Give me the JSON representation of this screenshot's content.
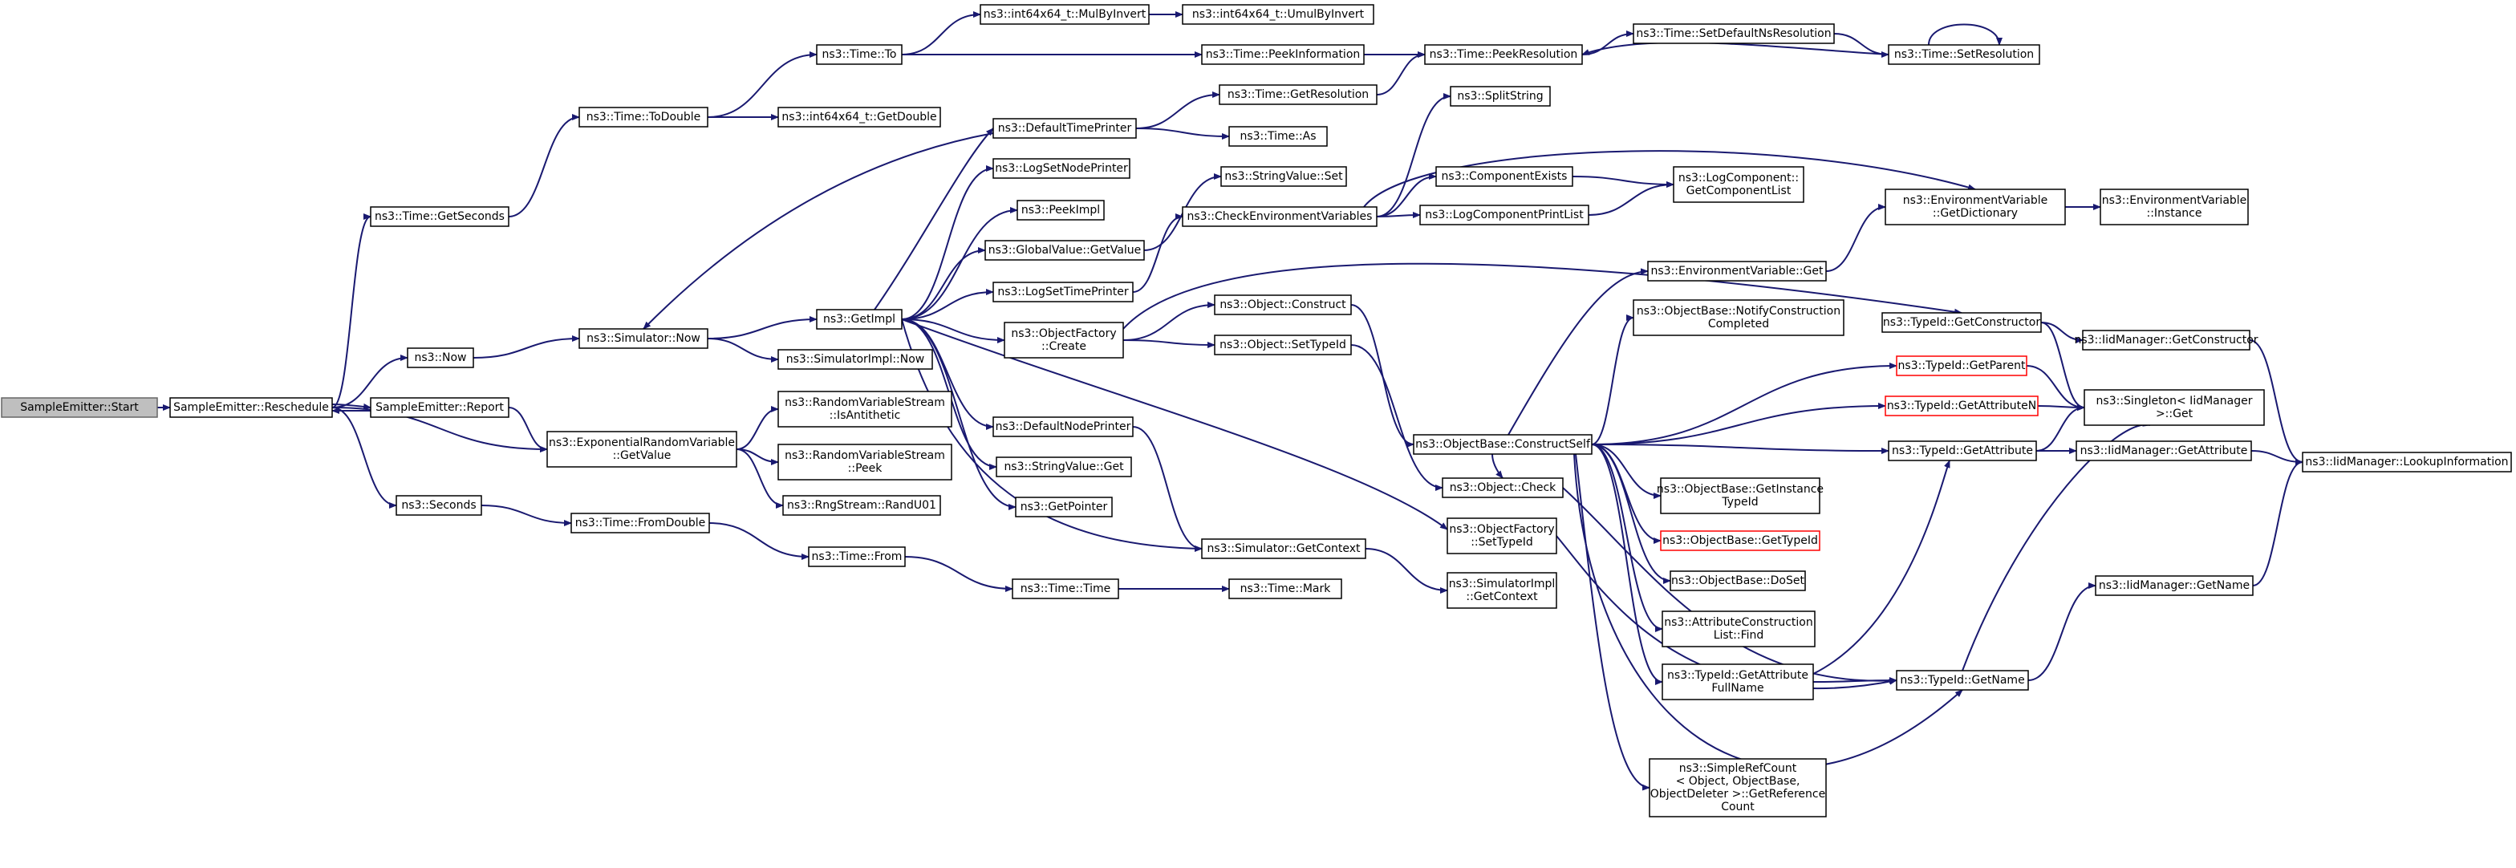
{
  "colors": {
    "edge": "#191970",
    "node_border": "#000000",
    "node_fill": "#ffffff",
    "root_fill": "#bfbfbf",
    "root_border": "#666666",
    "truncated_border": "#ff0000"
  },
  "nodes": [
    {
      "id": "n0",
      "lines": [
        "SampleEmitter::Start"
      ],
      "kind": "root"
    },
    {
      "id": "n1",
      "lines": [
        "SampleEmitter::Reschedule"
      ]
    },
    {
      "id": "n2",
      "lines": [
        "ns3::Time::GetSeconds"
      ]
    },
    {
      "id": "n3",
      "lines": [
        "ns3::Now"
      ]
    },
    {
      "id": "n4",
      "lines": [
        "SampleEmitter::Report"
      ]
    },
    {
      "id": "n5",
      "lines": [
        "ns3::ExponentialRandomVariable",
        "::GetValue"
      ]
    },
    {
      "id": "n6",
      "lines": [
        "ns3::Seconds"
      ]
    },
    {
      "id": "n7",
      "lines": [
        "ns3::Time::ToDouble"
      ]
    },
    {
      "id": "n8",
      "lines": [
        "ns3::Simulator::Now"
      ]
    },
    {
      "id": "n9",
      "lines": [
        "ns3::Time::FromDouble"
      ]
    },
    {
      "id": "n10",
      "lines": [
        "ns3::Time::To"
      ]
    },
    {
      "id": "n11",
      "lines": [
        "ns3::int64x64_t::GetDouble"
      ]
    },
    {
      "id": "n12",
      "lines": [
        "ns3::GetImpl"
      ]
    },
    {
      "id": "n13",
      "lines": [
        "ns3::SimulatorImpl::Now"
      ]
    },
    {
      "id": "n14",
      "lines": [
        "ns3::RandomVariableStream",
        "::IsAntithetic"
      ]
    },
    {
      "id": "n15",
      "lines": [
        "ns3::RandomVariableStream",
        "::Peek"
      ]
    },
    {
      "id": "n16",
      "lines": [
        "ns3::RngStream::RandU01"
      ]
    },
    {
      "id": "n17",
      "lines": [
        "ns3::Time::From"
      ]
    },
    {
      "id": "n18",
      "lines": [
        "ns3::int64x64_t::MulByInvert"
      ]
    },
    {
      "id": "n19",
      "lines": [
        "ns3::int64x64_t::UmulByInvert"
      ]
    },
    {
      "id": "n20",
      "lines": [
        "ns3::Time::PeekInformation"
      ]
    },
    {
      "id": "n21",
      "lines": [
        "ns3::DefaultTimePrinter"
      ]
    },
    {
      "id": "n22",
      "lines": [
        "ns3::LogSetNodePrinter"
      ]
    },
    {
      "id": "n23",
      "lines": [
        "ns3::PeekImpl"
      ]
    },
    {
      "id": "n24",
      "lines": [
        "ns3::GlobalValue::GetValue"
      ]
    },
    {
      "id": "n25",
      "lines": [
        "ns3::LogSetTimePrinter"
      ]
    },
    {
      "id": "n26",
      "lines": [
        "ns3::ObjectFactory",
        "::Create"
      ]
    },
    {
      "id": "n27",
      "lines": [
        "ns3::DefaultNodePrinter"
      ]
    },
    {
      "id": "n28",
      "lines": [
        "ns3::StringValue::Get"
      ]
    },
    {
      "id": "n29",
      "lines": [
        "ns3::GetPointer"
      ]
    },
    {
      "id": "n30",
      "lines": [
        "ns3::Simulator::GetContext"
      ]
    },
    {
      "id": "n31",
      "lines": [
        "ns3::Time::Time"
      ]
    },
    {
      "id": "n32",
      "lines": [
        "ns3::Time::Mark"
      ]
    },
    {
      "id": "n33",
      "lines": [
        "ns3::Time::GetResolution"
      ]
    },
    {
      "id": "n34",
      "lines": [
        "ns3::Time::As"
      ]
    },
    {
      "id": "n35",
      "lines": [
        "ns3::StringValue::Set"
      ]
    },
    {
      "id": "n36",
      "lines": [
        "ns3::CheckEnvironmentVariables"
      ]
    },
    {
      "id": "n37",
      "lines": [
        "ns3::Object::Construct"
      ]
    },
    {
      "id": "n38",
      "lines": [
        "ns3::Object::SetTypeId"
      ]
    },
    {
      "id": "n39",
      "lines": [
        "ns3::ObjectFactory",
        "::SetTypeId"
      ]
    },
    {
      "id": "n40",
      "lines": [
        "ns3::SimulatorImpl",
        "::GetContext"
      ]
    },
    {
      "id": "n41",
      "lines": [
        "ns3::Time::PeekResolution"
      ]
    },
    {
      "id": "n42",
      "lines": [
        "ns3::SplitString"
      ]
    },
    {
      "id": "n43",
      "lines": [
        "ns3::ComponentExists"
      ]
    },
    {
      "id": "n44",
      "lines": [
        "ns3::LogComponentPrintList"
      ]
    },
    {
      "id": "n45",
      "lines": [
        "ns3::ObjectBase::ConstructSelf"
      ]
    },
    {
      "id": "n46",
      "lines": [
        "ns3::Object::Check"
      ]
    },
    {
      "id": "n47",
      "lines": [
        "ns3::Time::SetDefaultNsResolution"
      ]
    },
    {
      "id": "n48",
      "lines": [
        "ns3::Time::SetResolution"
      ]
    },
    {
      "id": "n49",
      "lines": [
        "ns3::LogComponent::",
        "GetComponentList"
      ]
    },
    {
      "id": "n50",
      "lines": [
        "ns3::EnvironmentVariable",
        "::GetDictionary"
      ]
    },
    {
      "id": "n51",
      "lines": [
        "ns3::EnvironmentVariable",
        "::Instance"
      ]
    },
    {
      "id": "n52",
      "lines": [
        "ns3::EnvironmentVariable::Get"
      ]
    },
    {
      "id": "n53",
      "lines": [
        "ns3::ObjectBase::NotifyConstruction",
        "Completed"
      ]
    },
    {
      "id": "n54",
      "lines": [
        "ns3::TypeId::GetConstructor"
      ]
    },
    {
      "id": "n55",
      "lines": [
        "ns3::IidManager::GetConstructor"
      ]
    },
    {
      "id": "n56",
      "lines": [
        "ns3::TypeId::GetParent"
      ],
      "kind": "truncated"
    },
    {
      "id": "n57",
      "lines": [
        "ns3::TypeId::GetAttributeN"
      ],
      "kind": "truncated"
    },
    {
      "id": "n58",
      "lines": [
        "ns3::Singleton< IidManager",
        " >::Get"
      ]
    },
    {
      "id": "n59",
      "lines": [
        "ns3::TypeId::GetAttribute"
      ]
    },
    {
      "id": "n60",
      "lines": [
        "ns3::IidManager::GetAttribute"
      ]
    },
    {
      "id": "n61",
      "lines": [
        "ns3::IidManager::LookupInformation"
      ]
    },
    {
      "id": "n62",
      "lines": [
        "ns3::ObjectBase::GetInstance",
        "TypeId"
      ]
    },
    {
      "id": "n63",
      "lines": [
        "ns3::ObjectBase::GetTypeId"
      ],
      "kind": "truncated"
    },
    {
      "id": "n64",
      "lines": [
        "ns3::ObjectBase::DoSet"
      ]
    },
    {
      "id": "n65",
      "lines": [
        "ns3::AttributeConstruction",
        "List::Find"
      ]
    },
    {
      "id": "n66",
      "lines": [
        "ns3::TypeId::GetAttribute",
        "FullName"
      ]
    },
    {
      "id": "n67",
      "lines": [
        "ns3::TypeId::GetName"
      ]
    },
    {
      "id": "n68",
      "lines": [
        "ns3::IidManager::GetName"
      ]
    },
    {
      "id": "n69",
      "lines": [
        "ns3::SimpleRefCount",
        "< Object, ObjectBase,",
        " ObjectDeleter >::GetReference",
        "Count"
      ]
    }
  ],
  "edges": [
    [
      "n0",
      "n1"
    ],
    [
      "n1",
      "n2"
    ],
    [
      "n1",
      "n3"
    ],
    [
      "n1",
      "n4"
    ],
    [
      "n1",
      "n5"
    ],
    [
      "n1",
      "n6"
    ],
    [
      "n4",
      "n1"
    ],
    [
      "n4",
      "n5"
    ],
    [
      "n2",
      "n7"
    ],
    [
      "n7",
      "n10"
    ],
    [
      "n7",
      "n11"
    ],
    [
      "n10",
      "n18"
    ],
    [
      "n10",
      "n20"
    ],
    [
      "n18",
      "n19"
    ],
    [
      "n20",
      "n41"
    ],
    [
      "n41",
      "n47"
    ],
    [
      "n47",
      "n48"
    ],
    [
      "n48",
      "n41"
    ],
    [
      "n48",
      "n48"
    ],
    [
      "n3",
      "n8"
    ],
    [
      "n8",
      "n12"
    ],
    [
      "n8",
      "n13"
    ],
    [
      "n12",
      "n21"
    ],
    [
      "n12",
      "n22"
    ],
    [
      "n12",
      "n23"
    ],
    [
      "n12",
      "n24"
    ],
    [
      "n12",
      "n25"
    ],
    [
      "n12",
      "n26"
    ],
    [
      "n12",
      "n27"
    ],
    [
      "n12",
      "n28"
    ],
    [
      "n12",
      "n29"
    ],
    [
      "n12",
      "n30"
    ],
    [
      "n12",
      "n39"
    ],
    [
      "n21",
      "n8"
    ],
    [
      "n21",
      "n33"
    ],
    [
      "n21",
      "n34"
    ],
    [
      "n33",
      "n41"
    ],
    [
      "n24",
      "n35"
    ],
    [
      "n25",
      "n36"
    ],
    [
      "n36",
      "n42"
    ],
    [
      "n36",
      "n43"
    ],
    [
      "n36",
      "n44"
    ],
    [
      "n36",
      "n50"
    ],
    [
      "n43",
      "n49"
    ],
    [
      "n44",
      "n49"
    ],
    [
      "n50",
      "n51"
    ],
    [
      "n52",
      "n50"
    ],
    [
      "n26",
      "n37"
    ],
    [
      "n26",
      "n38"
    ],
    [
      "n26",
      "n54"
    ],
    [
      "n37",
      "n45"
    ],
    [
      "n38",
      "n46"
    ],
    [
      "n27",
      "n30"
    ],
    [
      "n30",
      "n40"
    ],
    [
      "n39",
      "n67"
    ],
    [
      "n5",
      "n14"
    ],
    [
      "n5",
      "n15"
    ],
    [
      "n5",
      "n16"
    ],
    [
      "n6",
      "n9"
    ],
    [
      "n9",
      "n17"
    ],
    [
      "n17",
      "n31"
    ],
    [
      "n31",
      "n32"
    ],
    [
      "n45",
      "n52"
    ],
    [
      "n45",
      "n53"
    ],
    [
      "n45",
      "n56"
    ],
    [
      "n45",
      "n57"
    ],
    [
      "n45",
      "n59"
    ],
    [
      "n45",
      "n46"
    ],
    [
      "n45",
      "n62"
    ],
    [
      "n45",
      "n63"
    ],
    [
      "n45",
      "n64"
    ],
    [
      "n45",
      "n65"
    ],
    [
      "n45",
      "n66"
    ],
    [
      "n45",
      "n67"
    ],
    [
      "n45",
      "n69"
    ],
    [
      "n46",
      "n67"
    ],
    [
      "n54",
      "n55"
    ],
    [
      "n54",
      "n58"
    ],
    [
      "n55",
      "n61"
    ],
    [
      "n56",
      "n58"
    ],
    [
      "n57",
      "n58"
    ],
    [
      "n59",
      "n58"
    ],
    [
      "n59",
      "n60"
    ],
    [
      "n60",
      "n61"
    ],
    [
      "n66",
      "n59"
    ],
    [
      "n66",
      "n67"
    ],
    [
      "n67",
      "n58"
    ],
    [
      "n67",
      "n68"
    ],
    [
      "n68",
      "n61"
    ]
  ]
}
